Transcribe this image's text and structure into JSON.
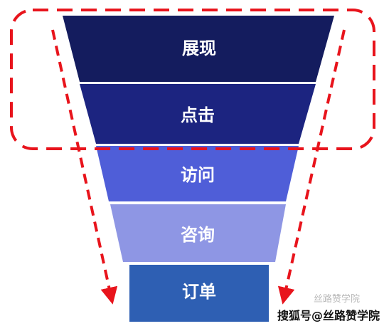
{
  "funnel": {
    "stages": [
      {
        "label": "展现",
        "color": "#141c5e"
      },
      {
        "label": "点击",
        "color": "#1c2480"
      },
      {
        "label": "访问",
        "color": "#4f5ed8"
      },
      {
        "label": "咨询",
        "color": "#8e96e4"
      },
      {
        "label": "订单",
        "color": "#2e5fb3"
      }
    ],
    "highlight_color": "#e8141c"
  },
  "watermark": {
    "brand": "搜狐号@丝路赞学院",
    "faint": "丝路赞学院"
  }
}
